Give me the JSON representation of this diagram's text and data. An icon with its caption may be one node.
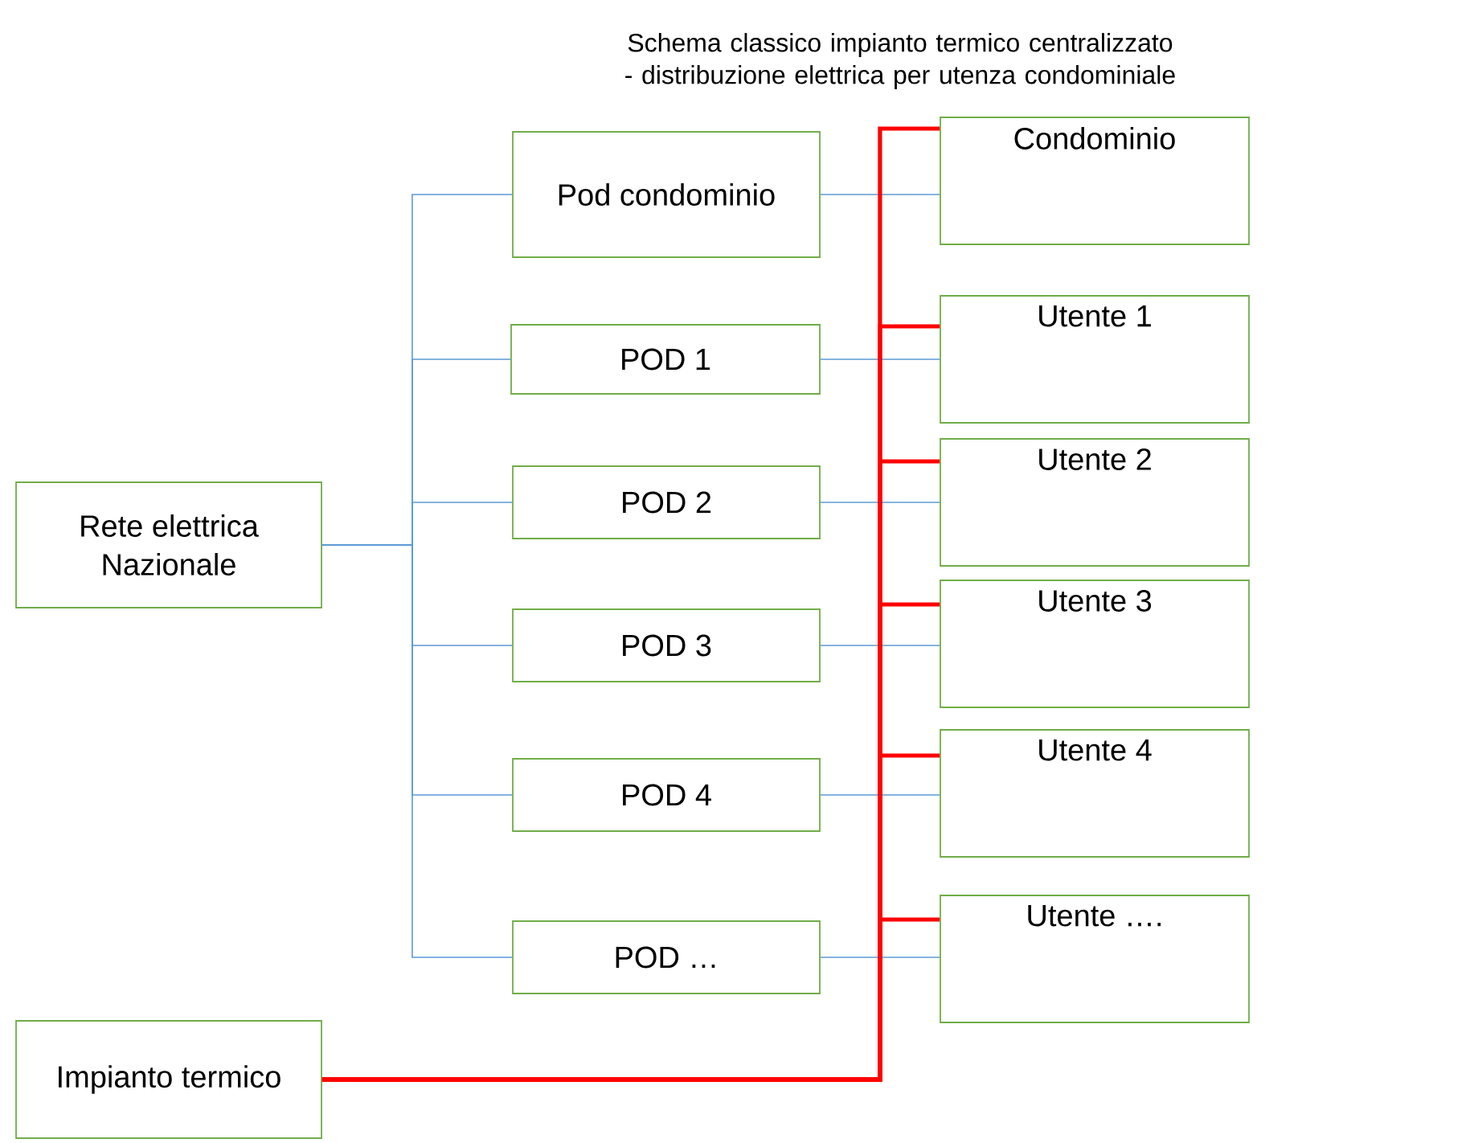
{
  "diagram": {
    "title": "Schema classico impianto termico centralizzato  - distribuzione elettrica per utenza condominiale",
    "nodes": [
      {
        "text": [
          "Rete elettrica Nazionale"
        ]
      },
      {
        "text": [
          "Pod condominio"
        ]
      },
      {
        "text": [
          "POD 1"
        ]
      },
      {
        "text": [
          "POD 2"
        ]
      },
      {
        "text": [
          "POD 3"
        ]
      },
      {
        "text": [
          "POD 4"
        ]
      },
      {
        "text": [
          "POD  …"
        ]
      },
      {
        "text": [
          "Condominio"
        ]
      },
      {
        "text": [
          "Utente 1"
        ]
      },
      {
        "text": [
          "Utente 2"
        ]
      },
      {
        "text": [
          "Utente 3"
        ]
      },
      {
        "text": [
          "Utente 4"
        ]
      },
      {
        "text": [
          "Utente …."
        ]
      },
      {
        "text": [
          "Impianto termico"
        ]
      }
    ],
    "edges": [
      {
        "from": 0,
        "to": 1,
        "arrow": "none"
      },
      {
        "from": 0,
        "to": 2,
        "arrow": "none"
      },
      {
        "from": 0,
        "to": 3,
        "arrow": "none"
      },
      {
        "from": 0,
        "to": 4,
        "arrow": "none"
      },
      {
        "from": 0,
        "to": 5,
        "arrow": "none"
      },
      {
        "from": 0,
        "to": 6,
        "arrow": "none"
      },
      {
        "from": 1,
        "to": 7,
        "arrow": "none"
      },
      {
        "from": 2,
        "to": 8,
        "arrow": "none"
      },
      {
        "from": 3,
        "to": 9,
        "arrow": "none"
      },
      {
        "from": 4,
        "to": 10,
        "arrow": "none"
      },
      {
        "from": 5,
        "to": 11,
        "arrow": "none"
      },
      {
        "from": 6,
        "to": 12,
        "arrow": "none"
      },
      {
        "from": 13,
        "to": 7,
        "arrow": "none",
        "style": "thick",
        "color": "#ff0000"
      },
      {
        "from": 13,
        "to": 8,
        "arrow": "none",
        "style": "thick",
        "color": "#ff0000"
      },
      {
        "from": 13,
        "to": 9,
        "arrow": "none",
        "style": "thick",
        "color": "#ff0000"
      },
      {
        "from": 13,
        "to": 10,
        "arrow": "none",
        "style": "thick",
        "color": "#ff0000"
      },
      {
        "from": 13,
        "to": 11,
        "arrow": "none",
        "style": "thick",
        "color": "#ff0000"
      },
      {
        "from": 13,
        "to": 12,
        "arrow": "none",
        "style": "thick",
        "color": "#ff0000"
      }
    ]
  }
}
